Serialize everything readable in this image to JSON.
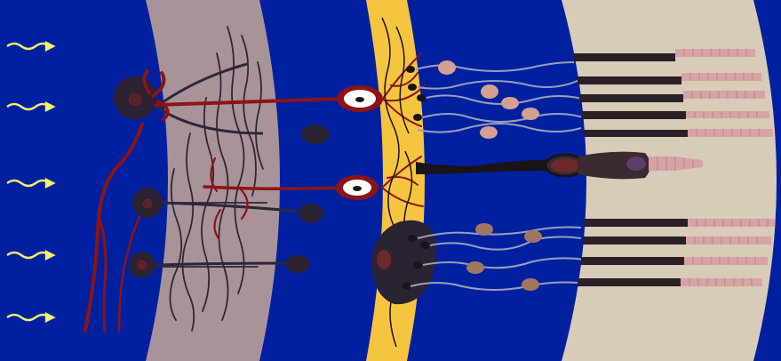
{
  "diagram": {
    "labels": [],
    "colors": {
      "background": "#0020a0",
      "light_arrow": "#f4f26a",
      "ganglion_layer": "#a89498",
      "inner_nuclear_band": "#f6c540",
      "photoreceptor_layer": "#d8cbb7",
      "ganglion_cell": "#2b2232",
      "blood_vessel": "#8c1414",
      "axon": "#2f2638",
      "bipolar_axon": "#1a1418",
      "rod_outer_segment": "#d6a4a4",
      "rod_inner_segment": "#2b2028",
      "cone_body": "#3b2a32",
      "rod_nucleus": "#d4a090",
      "cilia": "#9aa0b8"
    },
    "incoming_light_arrows": 5,
    "ganglion_cells": 4,
    "capillary_cross_sections": 2,
    "rod_photoreceptors": 9,
    "cone_photoreceptors": 1
  }
}
